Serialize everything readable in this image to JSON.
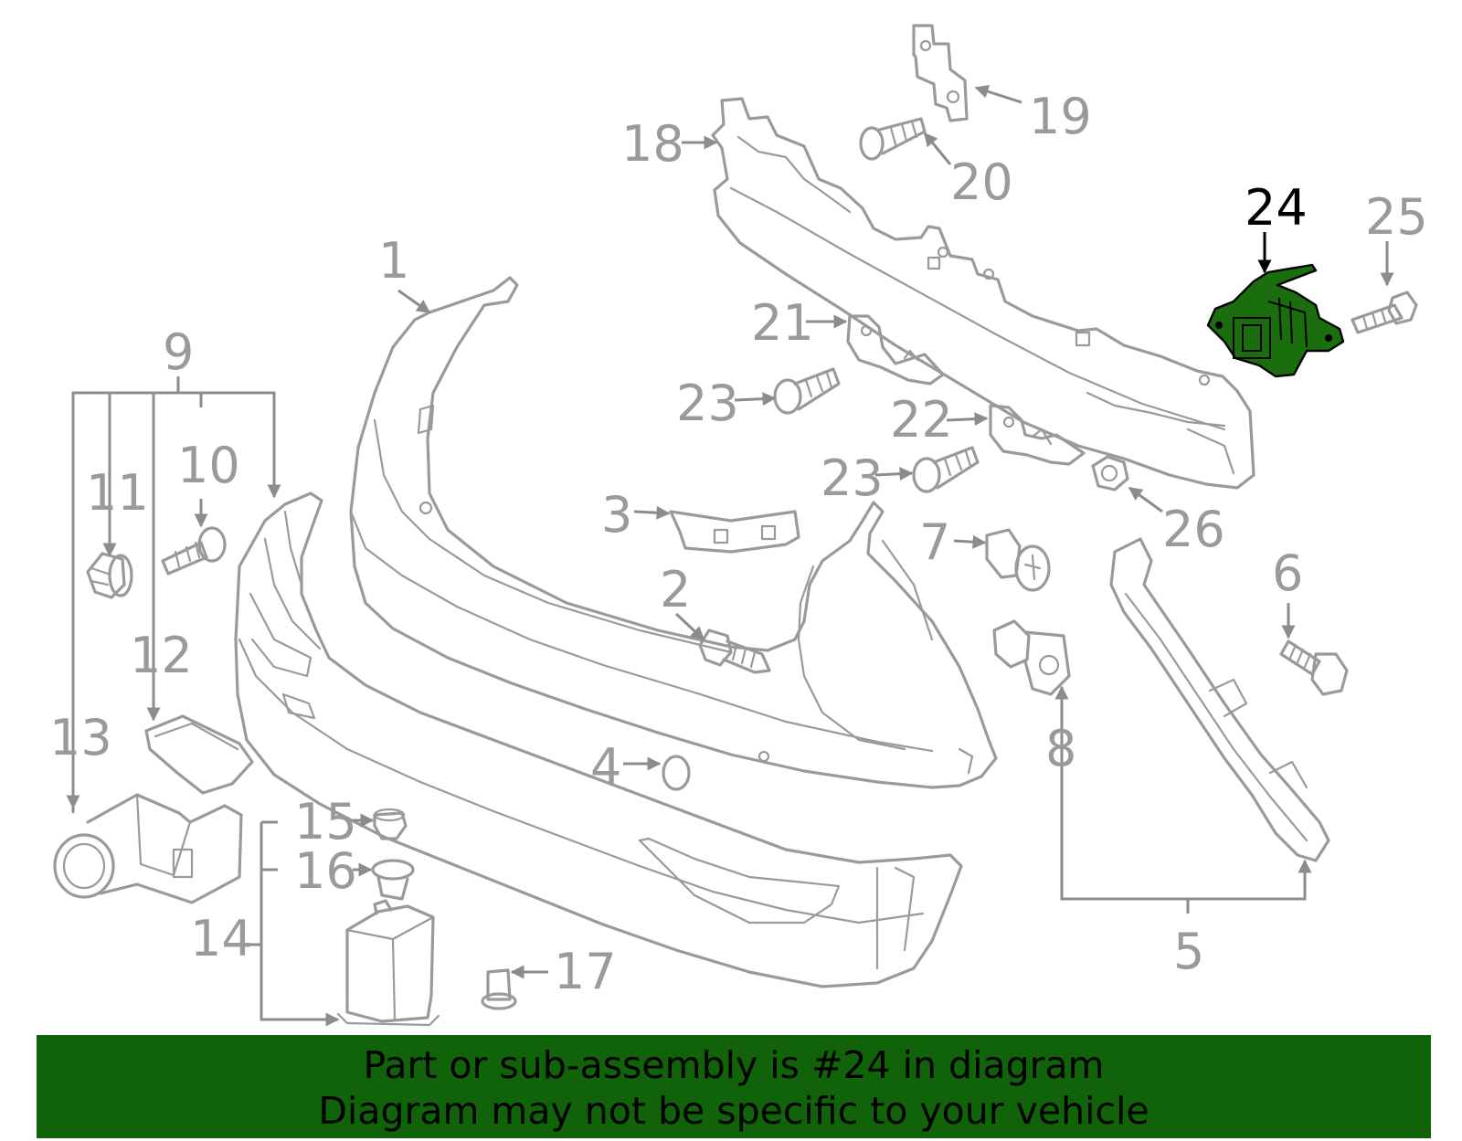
{
  "diagram": {
    "callouts": [
      "1",
      "2",
      "3",
      "4",
      "5",
      "6",
      "7",
      "8",
      "9",
      "10",
      "11",
      "12",
      "13",
      "14",
      "15",
      "16",
      "17",
      "18",
      "19",
      "20",
      "21",
      "22",
      "23",
      "23",
      "24",
      "25",
      "26"
    ],
    "highlighted_part": "24",
    "highlight_color": "#1a6e0e",
    "line_color": "#9a9a9a"
  },
  "footer": {
    "line1": "Part or sub-assembly is #24 in diagram",
    "line2": "Diagram may not be specific to your vehicle",
    "background": "#116309"
  }
}
